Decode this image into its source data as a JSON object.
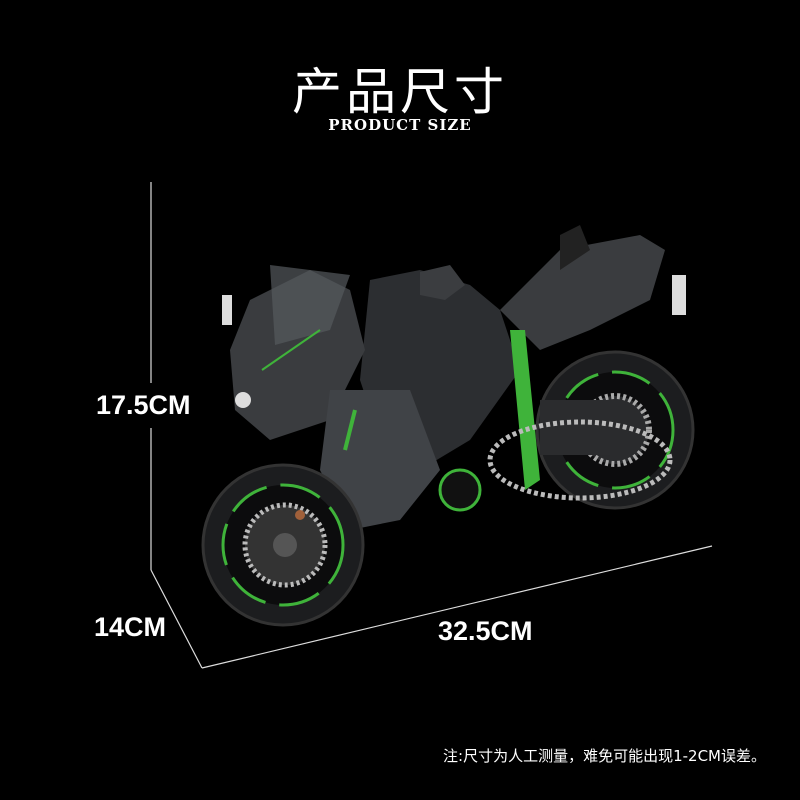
{
  "header": {
    "title_cn": "产品尺寸",
    "title_en": "PRODUCT SIZE"
  },
  "dimensions": {
    "height": "17.5CM",
    "depth": "14CM",
    "length": "32.5CM"
  },
  "note": "注:尺寸为人工测量，难免可能出现1-2CM误差。",
  "colors": {
    "background": "#000000",
    "accent_green": "#3fb33a",
    "body_gray": "#3a3c3f"
  }
}
